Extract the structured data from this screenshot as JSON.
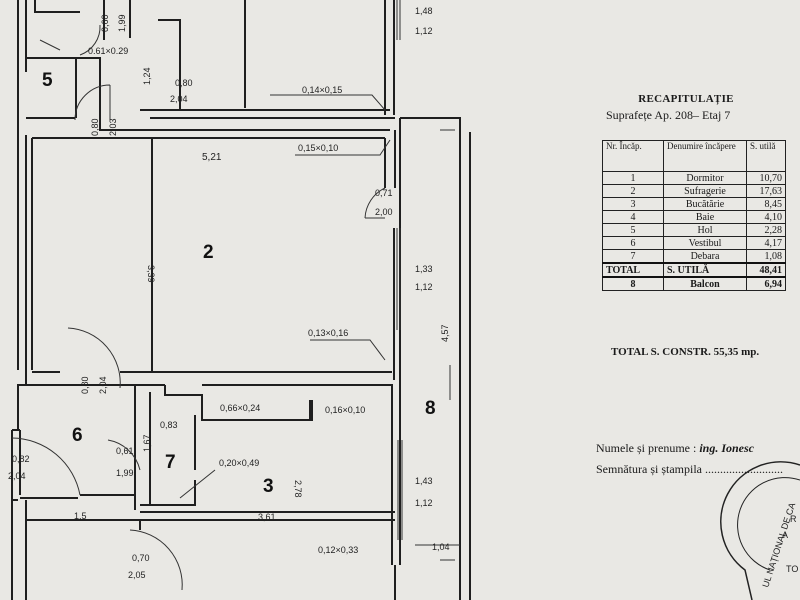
{
  "recap": {
    "title": "RECAPITULAȚIE",
    "subtitle": "Suprafețe Ap. 208– Etaj 7",
    "headers": [
      "Nr. Încăp.",
      "Denumire încăpere",
      "S. utilă"
    ],
    "rows": [
      {
        "nr": "1",
        "name": "Dormitor",
        "area": "10,70"
      },
      {
        "nr": "2",
        "name": "Sufragerie",
        "area": "17,63"
      },
      {
        "nr": "3",
        "name": "Bucătărie",
        "area": "8,45"
      },
      {
        "nr": "4",
        "name": "Baie",
        "area": "4,10"
      },
      {
        "nr": "5",
        "name": "Hol",
        "area": "2,28"
      },
      {
        "nr": "6",
        "name": "Vestibul",
        "area": "4,17"
      },
      {
        "nr": "7",
        "name": "Debara",
        "area": "1,08"
      }
    ],
    "total": {
      "label": "TOTAL",
      "name": "S. UTILĂ",
      "area": "48,41"
    },
    "balcony": {
      "nr": "8",
      "name": "Balcon",
      "area": "6,94"
    }
  },
  "total_constr": "TOTAL S. CONSTR. 55,35 mp.",
  "signature": {
    "name_label": "Numele și prenume :",
    "name_value": "ing. Ionesc",
    "sign_label": "Semnătura și ștampila .........................."
  },
  "stamp": {
    "text": "UL NAȚIONAL DE CA"
  },
  "plan": {
    "rooms": [
      "5",
      "2",
      "6",
      "7",
      "3",
      "8"
    ],
    "dims": {
      "d060_199": [
        "0,60",
        "1,99"
      ],
      "d061x029": "0.61×0.29",
      "d124": "1,24",
      "d080_204a": [
        "0,80",
        "2,04"
      ],
      "d014x015": "0,14×0,15",
      "d080_203": [
        "0,80",
        "2,03"
      ],
      "d521": "5,21",
      "d015x010": "0,15×0,10",
      "d071_200": [
        "0,71",
        "2,00"
      ],
      "d339": "3,39",
      "d133_112": [
        "1,33",
        "1,12"
      ],
      "d148_112": [
        "1,48",
        "1,12"
      ],
      "d013x016": "0,13×0,16",
      "d080_204b": [
        "0,80",
        "2,04"
      ],
      "d457": "4,57",
      "d066x024": "0,66×0,24",
      "d016x010": "0,16×0,10",
      "d083": "0,83",
      "d061_199": [
        "0,61",
        "1,99"
      ],
      "d167": "1,67",
      "d082_204": [
        "0,82",
        "2,04"
      ],
      "d020x049": "0,20×0,49",
      "d278": "2,78",
      "d143_112": [
        "1,43",
        "1,12"
      ],
      "d15": "1,5",
      "d361": "3,61",
      "d070_205": [
        "0,70",
        "2,05"
      ],
      "d012x033": "0,12×0,33",
      "d104": "1,04"
    }
  }
}
